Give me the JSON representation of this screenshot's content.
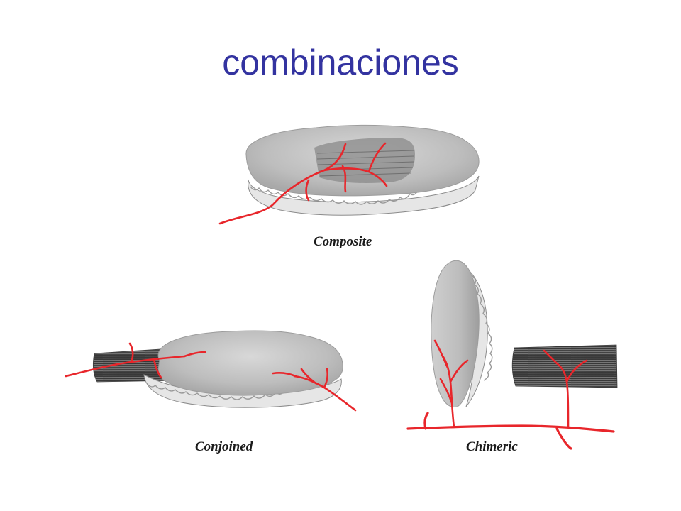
{
  "slide": {
    "title": "combinaciones"
  },
  "figure": {
    "captions": {
      "composite": "Composite",
      "conjoined": "Conjoined",
      "chimeric": "Chimeric"
    },
    "colors": {
      "vessel": "#e8262b",
      "skin": "#c9c9c9",
      "fascia": "#e2e2e2",
      "muscle": "#6f6f6f"
    }
  }
}
